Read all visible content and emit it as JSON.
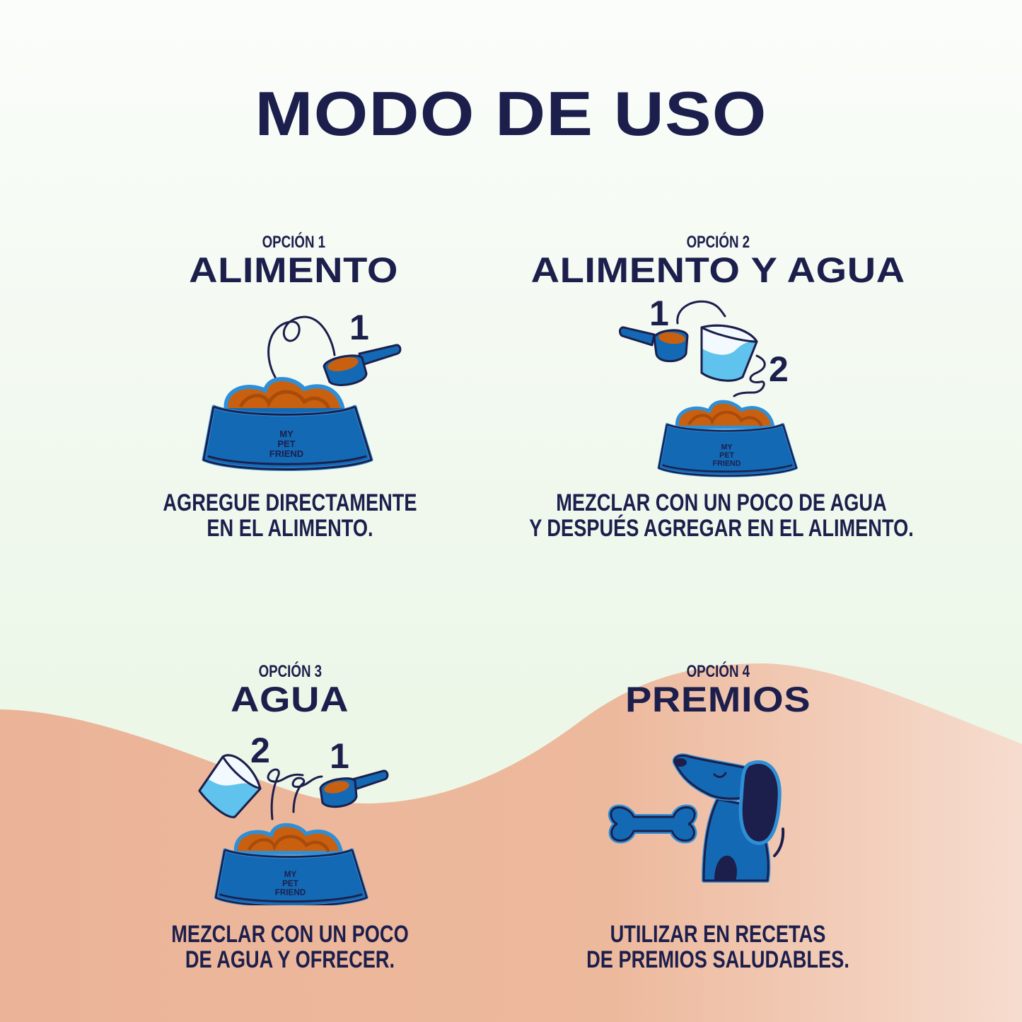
{
  "page": {
    "title": "MODO DE USO",
    "colors": {
      "navy": "#1C1F4C",
      "blue": "#1369B4",
      "light_blue": "#2F8FD6",
      "water": "#5FC3EE",
      "food": "#C9600F",
      "food_dark": "#A94B0A",
      "peach": "#EDB89B",
      "peach_light": "#F5DACB",
      "mint": "#ECF7E8"
    }
  },
  "options": [
    {
      "label": "OPCIÓN 1",
      "title": "ALIMENTO",
      "steps": [
        "1"
      ],
      "bowl_text": [
        "MY",
        "PET",
        "FRIEND"
      ],
      "description": [
        "AGREGUE DIRECTAMENTE",
        "EN EL ALIMENTO."
      ],
      "icons": [
        "scoop-icon",
        "dog-bowl-icon"
      ]
    },
    {
      "label": "OPCIÓN 2",
      "title": "ALIMENTO Y AGUA",
      "steps": [
        "1",
        "2"
      ],
      "bowl_text": [
        "MY",
        "PET",
        "FRIEND"
      ],
      "description": [
        "MEZCLAR CON UN POCO DE AGUA",
        "Y DESPUÉS AGREGAR EN EL ALIMENTO."
      ],
      "icons": [
        "scoop-icon",
        "water-cup-icon",
        "dog-bowl-icon"
      ]
    },
    {
      "label": "OPCIÓN 3",
      "title": "AGUA",
      "steps": [
        "2",
        "1"
      ],
      "bowl_text": [
        "MY",
        "PET",
        "FRIEND"
      ],
      "description": [
        "MEZCLAR CON UN POCO",
        "DE AGUA Y OFRECER."
      ],
      "icons": [
        "water-cup-icon",
        "scoop-icon",
        "dog-bowl-icon"
      ]
    },
    {
      "label": "OPCIÓN 4",
      "title": "PREMIOS",
      "steps": [],
      "description": [
        "UTILIZAR EN RECETAS",
        "DE PREMIOS SALUDABLES."
      ],
      "icons": [
        "bone-icon",
        "dog-icon"
      ]
    }
  ]
}
